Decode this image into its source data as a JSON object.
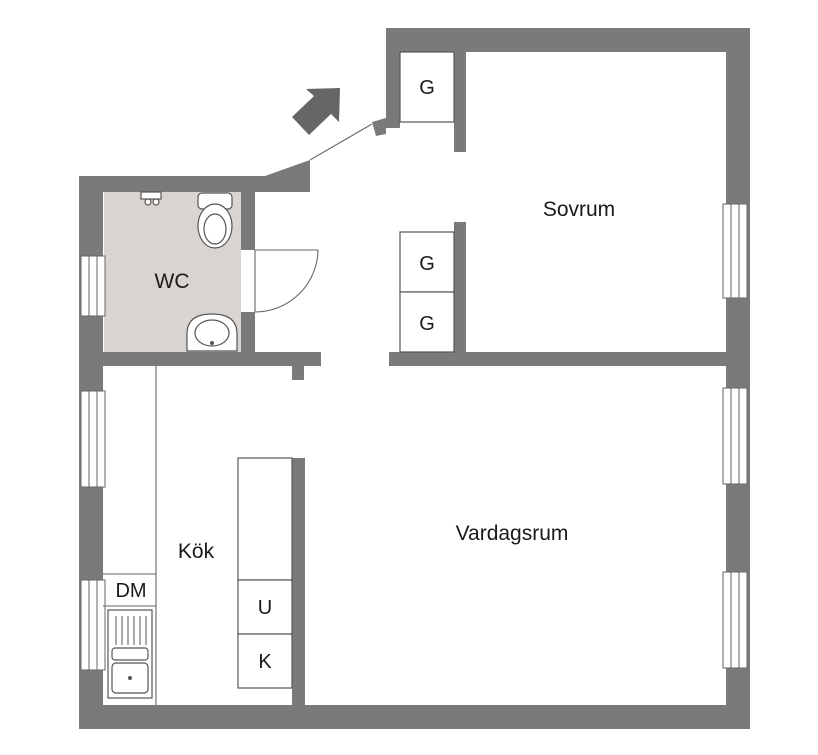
{
  "plan": {
    "rooms": {
      "sovrum": "Sovrum",
      "wc": "WC",
      "kok": "Kök",
      "vardagsrum": "Vardagsrum"
    },
    "fixtures": {
      "closet_top": "G",
      "closet_mid": "G",
      "closet_low": "G",
      "dishwasher": "DM",
      "upper_unit": "U",
      "lower_unit": "K"
    }
  },
  "colors": {
    "wall": "#7a7a7a",
    "wc_floor": "#d9d4d0",
    "entrance_arrow": "#666666"
  },
  "icons": {
    "entrance": "arrow-down-right-icon",
    "toilet": "toilet-icon",
    "washbasin": "washbasin-icon",
    "sink": "kitchen-sink-icon"
  }
}
